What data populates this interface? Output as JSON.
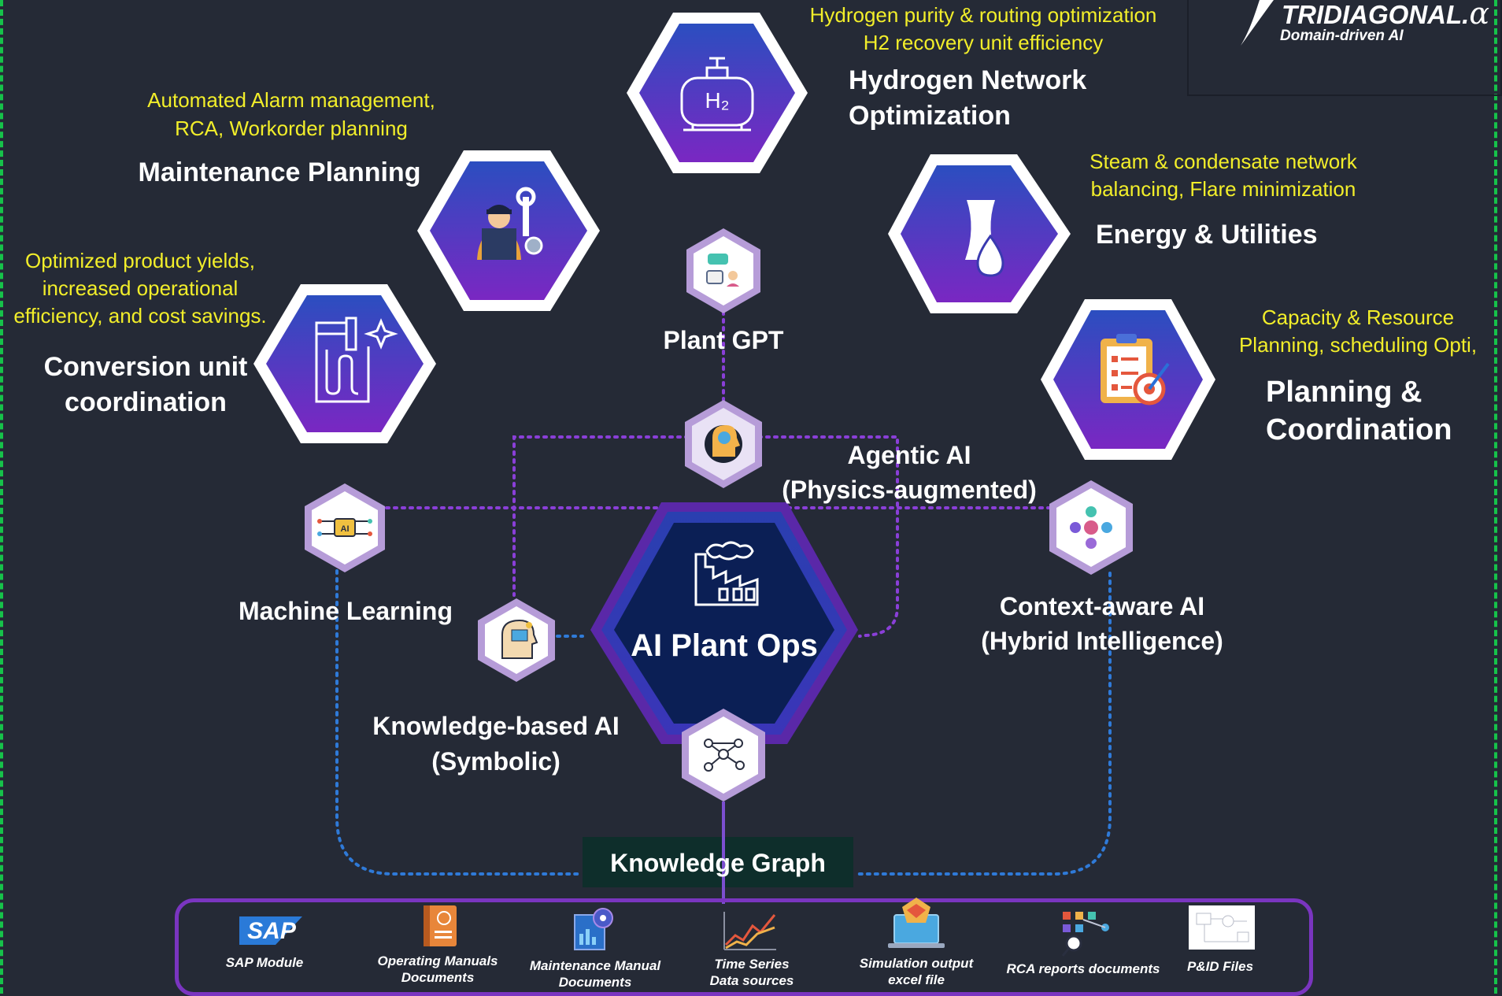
{
  "colors": {
    "background": "#252a36",
    "annotation_text": "#f2ee2a",
    "title_text": "#ffffff",
    "hex_gradient_top": "#2b4ec0",
    "hex_gradient_bottom": "#7a27c2",
    "connector_purple": "#8a3fd8",
    "connector_blue": "#2f7ad8",
    "core_fill": "#0b1f55",
    "frame_green": "#16c24a"
  },
  "brand": {
    "name": "TRIDIAGONAL.",
    "symbol": "α",
    "tagline": "Domain-driven AI"
  },
  "hydrogen": {
    "desc1": "Hydrogen purity & routing optimization",
    "desc2": "H2 recovery unit efficiency",
    "title1": "Hydrogen Network",
    "title2": "Optimization",
    "icon": "hydrogen-tank-icon",
    "icon_text": "H₂"
  },
  "maintenance": {
    "desc1": "Automated Alarm management,",
    "desc2": "RCA, Workorder planning",
    "title": "Maintenance Planning",
    "icon": "mechanic-wrench-icon"
  },
  "conversion": {
    "desc1": "Optimized product yields,",
    "desc2": "increased operational",
    "desc3": "efficiency, and cost savings.",
    "title1": "Conversion unit",
    "title2": "coordination",
    "icon": "distillation-sparkle-icon"
  },
  "energy": {
    "desc1": "Steam & condensate network",
    "desc2": "balancing, Flare minimization",
    "title": "Energy & Utilities",
    "icon": "cooling-tower-drop-icon"
  },
  "planning": {
    "desc1": "Capacity & Resource",
    "desc2": "Planning, scheduling Opti,",
    "title1": "Planning &",
    "title2": "Coordination",
    "icon": "clipboard-target-icon"
  },
  "plant_gpt": {
    "label": "Plant GPT",
    "icon": "chat-assistant-icon"
  },
  "agentic": {
    "label1": "Agentic AI",
    "label2": "(Physics-augmented)",
    "icon": "brain-head-icon"
  },
  "ml": {
    "label": "Machine Learning",
    "icon": "ai-chip-icon"
  },
  "context": {
    "label1": "Context-aware AI",
    "label2": "(Hybrid Intelligence)",
    "icon": "people-network-icon"
  },
  "knowledge": {
    "label1": "Knowledge-based AI",
    "label2": "(Symbolic)",
    "icon": "head-book-icon"
  },
  "core": {
    "title": "AI Plant Ops",
    "icon": "factory-icon"
  },
  "graph_node": {
    "icon": "graph-network-icon"
  },
  "knowledge_graph": {
    "label": "Knowledge Graph"
  },
  "sources": {
    "sap": {
      "label1": "SAP Module",
      "logo": "SAP",
      "icon": "sap-logo-icon"
    },
    "operating": {
      "label1": "Operating Manuals",
      "label2": "Documents",
      "icon": "manual-book-icon"
    },
    "maintenance_manual": {
      "label1": "Maintenance Manual",
      "label2": "Documents",
      "icon": "maintenance-chart-icon"
    },
    "timeseries": {
      "label1": "Time Series",
      "label2": "Data sources",
      "icon": "line-chart-icon"
    },
    "simulation": {
      "label1": "Simulation output",
      "label2": "excel file",
      "icon": "laptop-cube-icon"
    },
    "rca": {
      "label1": "RCA reports documents",
      "icon": "rca-flow-icon"
    },
    "pid": {
      "label1": "P&ID Files",
      "icon": "pid-drawing-icon"
    }
  }
}
